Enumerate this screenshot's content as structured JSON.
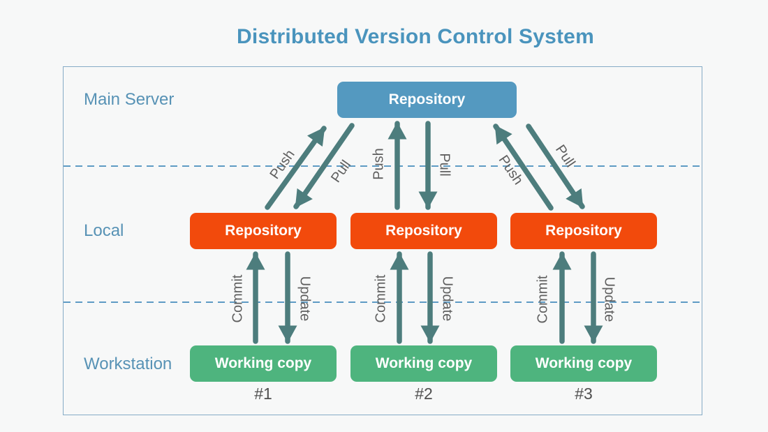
{
  "title": "Distributed Version Control System",
  "rows": {
    "server": "Main Server",
    "local": "Local",
    "workstation": "Workstation"
  },
  "server_box": {
    "label": "Repository"
  },
  "columns": [
    {
      "local_box": "Repository",
      "working_box": "Working copy",
      "number": "#1",
      "push": "Push",
      "pull": "Pull",
      "commit": "Commit",
      "update": "Update"
    },
    {
      "local_box": "Repository",
      "working_box": "Working copy",
      "number": "#2",
      "push": "Push",
      "pull": "Pull",
      "commit": "Commit",
      "update": "Update"
    },
    {
      "local_box": "Repository",
      "working_box": "Working copy",
      "number": "#3",
      "push": "Push",
      "pull": "Pull",
      "commit": "Commit",
      "update": "Update"
    }
  ],
  "colors": {
    "background": "#f7f8f8",
    "title-text": "#4a94bd",
    "panel-border": "#85abc6",
    "row-label-text": "#5792b5",
    "server-box-bg": "#5499c0",
    "local-box-bg": "#f24a0c",
    "working-box-bg": "#4eb47e",
    "box-text": "#ffffff",
    "arrow": "#4d7d7d",
    "arrow-label-text": "#5f5f5f",
    "dashed-line": "#5e9bc4",
    "number-text": "#4f4f4f"
  }
}
